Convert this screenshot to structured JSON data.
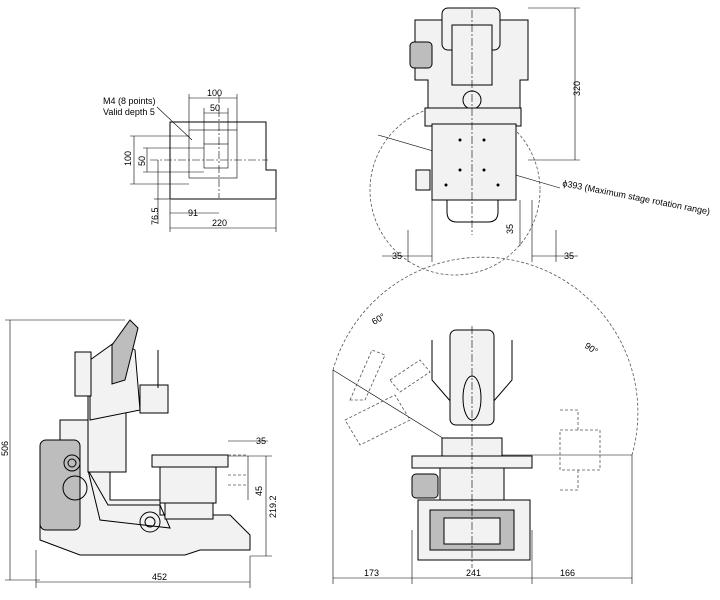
{
  "top_left_view": {
    "note_line1": "M4 (8 points)",
    "note_line2": "Valid depth 5",
    "dims": {
      "d100": "100",
      "d50": "50",
      "d100v": "100",
      "d50v": "50",
      "d91": "91",
      "d76_5": "76.5",
      "d220": "220"
    }
  },
  "top_right_view": {
    "dims": {
      "d320": "320",
      "d35_left": "35",
      "d35_right": "35",
      "d35_vert": "35"
    },
    "rotation_note": "ϕ393 (Maximum stage rotation range)"
  },
  "bottom_left_view": {
    "dims": {
      "d506": "506",
      "d35": "35",
      "d45": "45",
      "d219_2": "219.2",
      "d452": "452"
    }
  },
  "bottom_right_view": {
    "dims": {
      "a60": "60°",
      "a90": "90°",
      "d173": "173",
      "d241": "241",
      "d166": "166"
    }
  }
}
